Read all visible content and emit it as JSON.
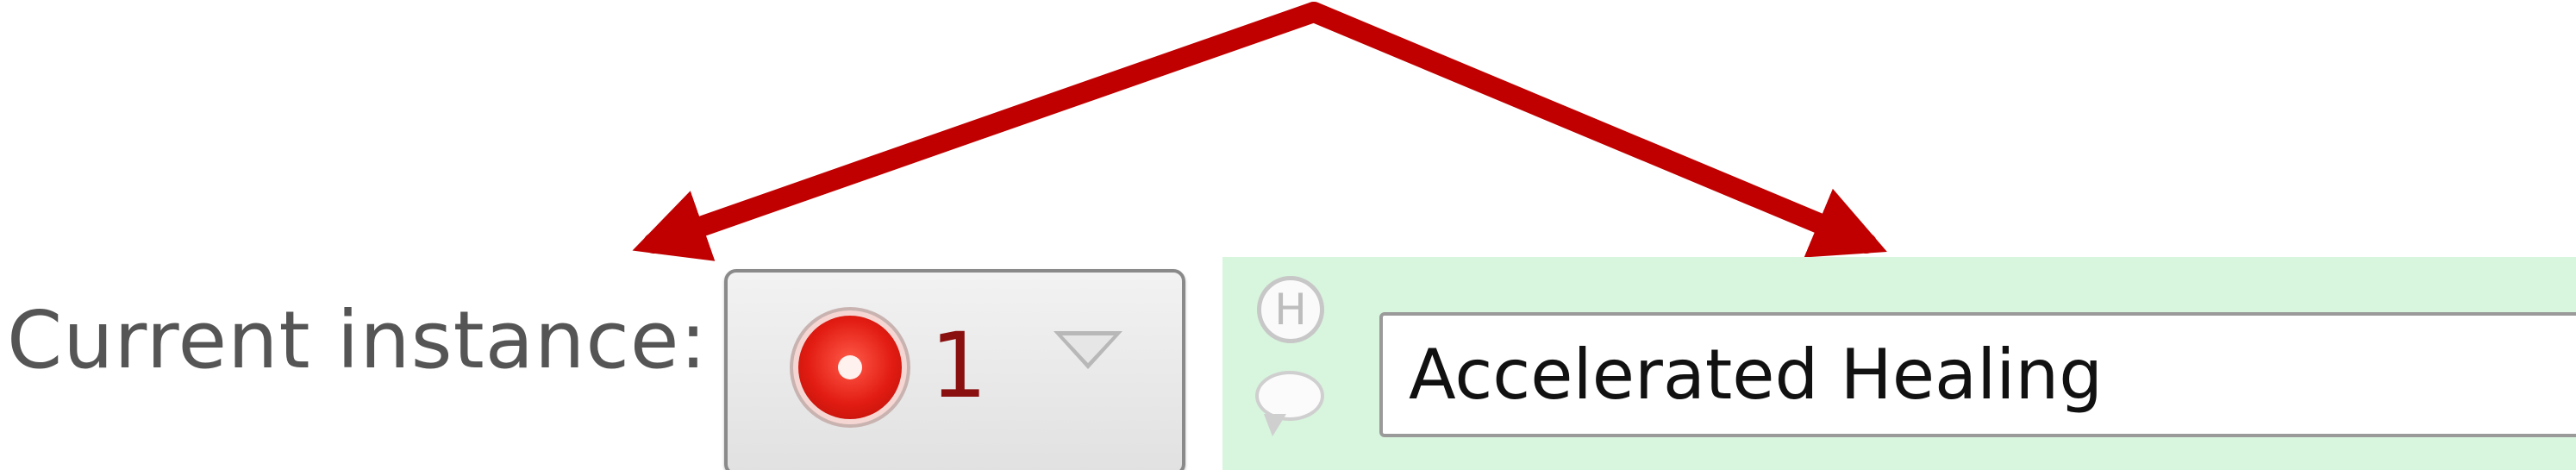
{
  "instance_label": "Current instance:",
  "instance_selector": {
    "icon": "record-icon",
    "value": "1",
    "dropdown_icon": "chevron-down-icon"
  },
  "field": {
    "header_icon": "h-icon",
    "header_icon_glyph": "H",
    "comment_icon": "comment-icon",
    "value": "Accelerated Healing"
  },
  "colors": {
    "arrow": "#c00000",
    "panel_background": "#d8f5de",
    "instance_number": "#8a0f0f"
  }
}
